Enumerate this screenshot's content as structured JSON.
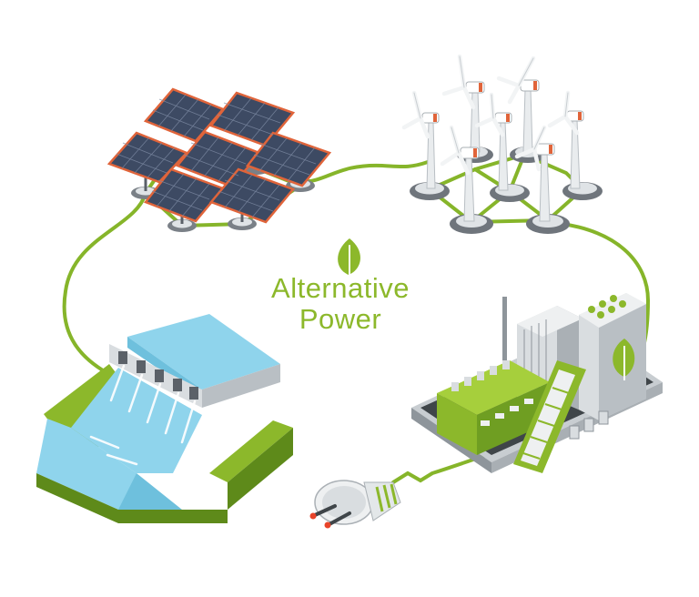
{
  "title": {
    "line1": "Alternative",
    "line2": "Power"
  },
  "colors": {
    "accent_green": "#8cb82b",
    "dark_green": "#5e8a1a",
    "cable": "#86b52a",
    "solar_panel": "#3d4a63",
    "solar_frame": "#e0643a",
    "water": "#8fd4ec",
    "concrete": "#d9dde0",
    "plug_pins": "#e8442a"
  },
  "icons": {
    "leaf": "leaf-icon",
    "solar": "solar-farm",
    "wind": "wind-farm",
    "hydro": "hydro-dam",
    "factory": "power-plant",
    "plug": "power-plug"
  }
}
